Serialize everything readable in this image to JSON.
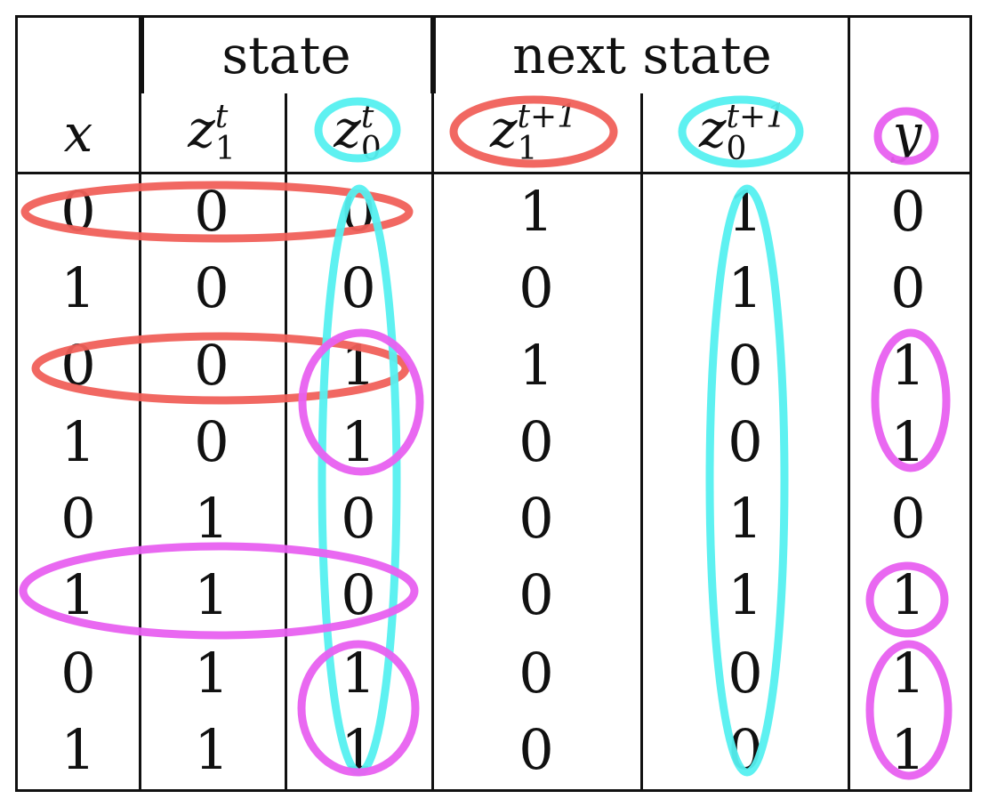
{
  "table": {
    "group_headers": {
      "state": "state",
      "next_state": "next state"
    },
    "columns": [
      {
        "key": "x",
        "base": "x",
        "sub": "",
        "sup": ""
      },
      {
        "key": "z1t",
        "base": "z",
        "sub": "1",
        "sup": "t"
      },
      {
        "key": "z0t",
        "base": "z",
        "sub": "0",
        "sup": "t"
      },
      {
        "key": "z1t1",
        "base": "z",
        "sub": "1",
        "sup": "t+1"
      },
      {
        "key": "z0t1",
        "base": "z",
        "sub": "0",
        "sup": "t+1"
      },
      {
        "key": "y",
        "base": "y",
        "sub": "",
        "sup": ""
      }
    ],
    "rows": [
      [
        "0",
        "0",
        "0",
        "1",
        "1",
        "0"
      ],
      [
        "1",
        "0",
        "0",
        "0",
        "1",
        "0"
      ],
      [
        "0",
        "0",
        "1",
        "1",
        "0",
        "1"
      ],
      [
        "1",
        "0",
        "1",
        "0",
        "0",
        "1"
      ],
      [
        "0",
        "1",
        "0",
        "0",
        "1",
        "0"
      ],
      [
        "1",
        "1",
        "0",
        "0",
        "1",
        "1"
      ],
      [
        "0",
        "1",
        "1",
        "0",
        "0",
        "1"
      ],
      [
        "1",
        "1",
        "1",
        "0",
        "0",
        "1"
      ]
    ]
  },
  "highlight_colors": {
    "red": "#f0605a",
    "cyan": "#55f0f0",
    "magenta": "#e860f0"
  },
  "highlights": [
    {
      "color": "red",
      "marks": "z1t1 header; rows 1 and 3 across x, z1t, z0t"
    },
    {
      "color": "cyan",
      "marks": "z0t header; z0t1 header; z0t column rows 1-8; z0t1 column rows 1-8"
    },
    {
      "color": "magenta",
      "marks": "y header; z0t rows 3-4; y rows 3-4; row 6 across x, z1t, z0t; y row 6; z0t rows 7-8; y rows 7-8"
    }
  ]
}
